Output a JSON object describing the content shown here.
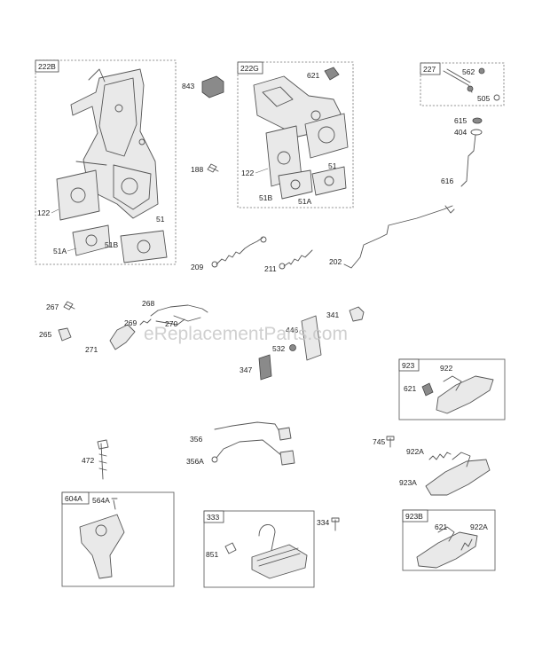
{
  "watermark": "eReplacementParts.com",
  "groups": {
    "g222B": "222B",
    "g222G": "222G",
    "g227": "227",
    "g923": "923",
    "g604A": "604A",
    "g333": "333",
    "g923B": "923B"
  },
  "parts": {
    "p843": "843",
    "p188": "188",
    "p122a": "122",
    "p51a": "51",
    "p51Aa": "51A",
    "p51Ba": "51B",
    "p621a": "621",
    "p122b": "122",
    "p51b": "51",
    "p51Bb": "51B",
    "p51Ab": "51A",
    "p562": "562",
    "p505": "505",
    "p615": "615",
    "p404": "404",
    "p616": "616",
    "p209": "209",
    "p211": "211",
    "p202": "202",
    "p267": "267",
    "p265": "265",
    "p268": "268",
    "p269": "269",
    "p270": "270",
    "p271": "271",
    "p341": "341",
    "p446": "446",
    "p532": "532",
    "p347": "347",
    "p922": "922",
    "p621b": "621",
    "p356": "356",
    "p356A": "356A",
    "p745": "745",
    "p922A": "922A",
    "p923A": "923A",
    "p472": "472",
    "p564A": "564A",
    "p334": "334",
    "p851": "851",
    "p621c": "621",
    "p922Ab": "922A"
  }
}
